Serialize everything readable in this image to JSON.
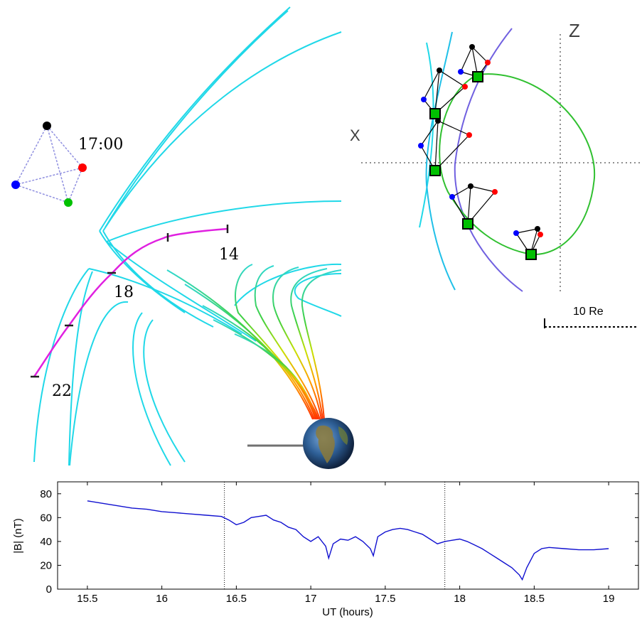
{
  "orbit_panel": {
    "time_label": "17:00",
    "orbit_ticks": [
      "14",
      "18",
      "22"
    ]
  },
  "inset_panel": {
    "axis_z_label": "Z",
    "axis_x_label": "X",
    "scale_bar_label": "10 Re"
  },
  "tetrahedron_colors": {
    "sc1": "#000000",
    "sc2": "#ff0000",
    "sc3": "#00c000",
    "sc4": "#0000ff"
  },
  "chart_data": {
    "type": "line",
    "ylabel": "|B| (nT)",
    "xlabel": "UT (hours)",
    "xlim": [
      15.3,
      19.2
    ],
    "ylim": [
      0,
      90
    ],
    "xticks": [
      15.5,
      16,
      16.5,
      17,
      17.5,
      18,
      18.5,
      19
    ],
    "xtick_labels": [
      "15.5",
      "16",
      "16.5",
      "17",
      "17.5",
      "18",
      "18.5",
      "19"
    ],
    "yticks": [
      0,
      20,
      40,
      60,
      80
    ],
    "ytick_labels": [
      "0",
      "20",
      "40",
      "60",
      "80"
    ],
    "vertical_markers": [
      16.42,
      17.9
    ],
    "series": [
      {
        "color": "#1010d0",
        "x": [
          15.5,
          15.6,
          15.7,
          15.8,
          15.9,
          16.0,
          16.1,
          16.2,
          16.3,
          16.4,
          16.45,
          16.5,
          16.55,
          16.6,
          16.65,
          16.7,
          16.75,
          16.8,
          16.85,
          16.9,
          16.95,
          17.0,
          17.05,
          17.1,
          17.12,
          17.15,
          17.2,
          17.25,
          17.3,
          17.35,
          17.4,
          17.42,
          17.45,
          17.5,
          17.55,
          17.6,
          17.65,
          17.7,
          17.75,
          17.8,
          17.85,
          17.9,
          17.95,
          18.0,
          18.05,
          18.1,
          18.15,
          18.2,
          18.25,
          18.3,
          18.35,
          18.4,
          18.42,
          18.45,
          18.5,
          18.55,
          18.6,
          18.7,
          18.8,
          18.9,
          19.0
        ],
        "y": [
          74,
          72,
          70,
          68,
          67,
          65,
          64,
          63,
          62,
          61,
          58,
          54,
          56,
          60,
          61,
          62,
          58,
          56,
          52,
          50,
          44,
          40,
          44,
          36,
          26,
          38,
          42,
          41,
          44,
          40,
          34,
          28,
          44,
          48,
          50,
          51,
          50,
          48,
          46,
          42,
          38,
          40,
          41,
          42,
          40,
          37,
          34,
          30,
          26,
          22,
          18,
          12,
          8,
          18,
          30,
          34,
          35,
          34,
          33,
          33,
          34
        ]
      }
    ]
  }
}
